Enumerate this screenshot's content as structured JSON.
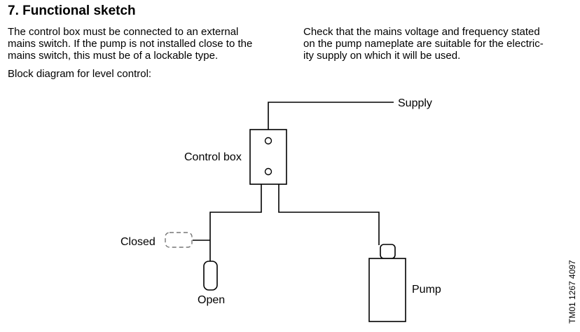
{
  "section": {
    "title": "7. Functional sketch",
    "left_lines": [
      "The control box must be connected to an external",
      "mains switch. If the pump is not installed close to the",
      "mains switch, this must be of a lockable type."
    ],
    "right_lines": [
      "Check that the mains voltage and frequency stated",
      "on the pump nameplate are suitable for the electric-",
      "ity supply on which it will be used."
    ],
    "block_diagram_caption": "Block diagram for level control:"
  },
  "diagram": {
    "labels": {
      "supply": "Supply",
      "control_box": "Control box",
      "closed": "Closed",
      "open": "Open",
      "pump": "Pump"
    },
    "drawing_code": "TM01 1267 4097"
  }
}
